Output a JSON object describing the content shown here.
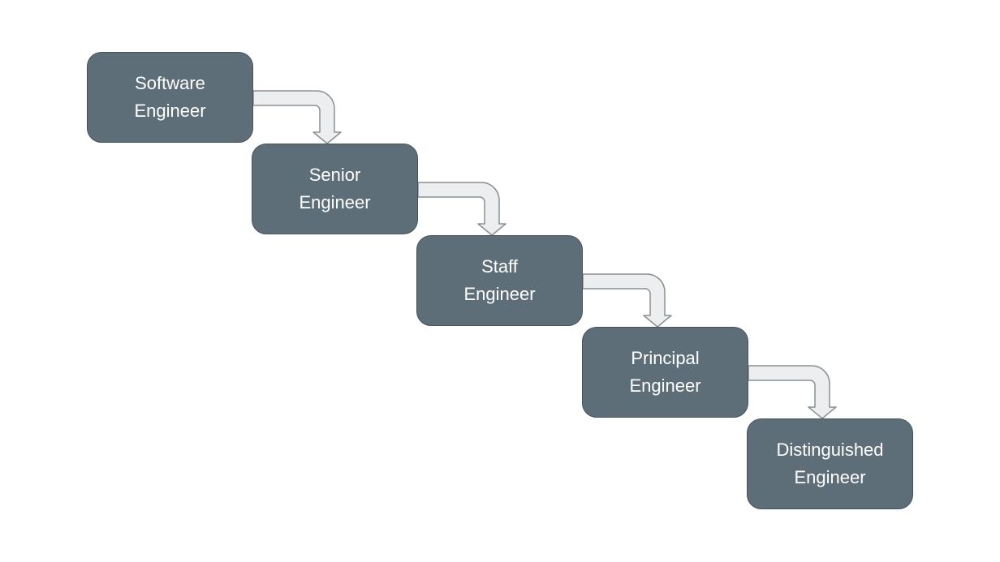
{
  "diagram": {
    "type": "flowchart-staircase",
    "colors": {
      "node_fill": "#5d6e78",
      "node_border": "#47525a",
      "node_text": "#ffffff",
      "arrow_fill": "#eceef0",
      "arrow_stroke": "#8a9094",
      "canvas_background": "#ffffff"
    },
    "nodes": [
      {
        "id": "software-engineer",
        "label": "Software Engineer",
        "label_line1": "Software",
        "label_line2": "Engineer"
      },
      {
        "id": "senior-engineer",
        "label": "Senior Engineer",
        "label_line1": "Senior",
        "label_line2": "Engineer"
      },
      {
        "id": "staff-engineer",
        "label": "Staff Engineer",
        "label_line1": "Staff",
        "label_line2": "Engineer"
      },
      {
        "id": "principal-engineer",
        "label": "Principal Engineer",
        "label_line1": "Principal",
        "label_line2": "Engineer"
      },
      {
        "id": "distinguished-engineer",
        "label": "Distinguished Engineer",
        "label_line1": "Distinguished",
        "label_line2": "Engineer"
      }
    ],
    "edges": [
      {
        "from": "software-engineer",
        "to": "senior-engineer"
      },
      {
        "from": "senior-engineer",
        "to": "staff-engineer"
      },
      {
        "from": "staff-engineer",
        "to": "principal-engineer"
      },
      {
        "from": "principal-engineer",
        "to": "distinguished-engineer"
      }
    ]
  }
}
